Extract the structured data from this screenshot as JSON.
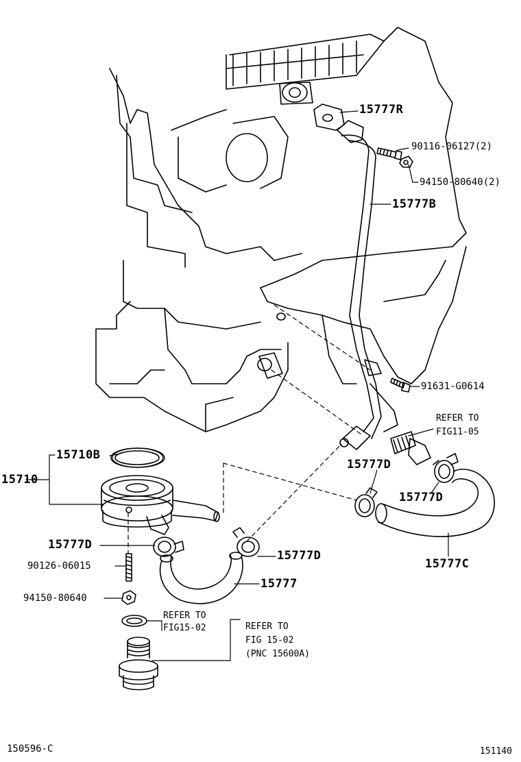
{
  "labels": {
    "p15777R": "15777R",
    "p90116": "90116-06127(2)",
    "p94150_2": "94150-80640(2)",
    "p15777B": "15777B",
    "p91631": "91631-G0614",
    "refer_fig11_line1": "REFER TO",
    "refer_fig11_line2": "FIG11-05",
    "p15710B": "15710B",
    "p15710": "15710",
    "p15777D_a": "15777D",
    "p15777D_b": "15777D",
    "p15777D_c": "15777D",
    "p15777D_d": "15777D",
    "p90126": "90126-06015",
    "p94150": "94150-80640",
    "p15777": "15777",
    "p15777C": "15777C",
    "refer_fig15_line1": "REFER TO",
    "refer_fig15_line2": "FIG15-02",
    "refer_fig15b_line1": "REFER TO",
    "refer_fig15b_line2": "FIG 15-02",
    "refer_fig15b_line3": "(PNC 15600A)"
  },
  "footer": {
    "left_code": "150596-C",
    "right_code": "151140"
  }
}
